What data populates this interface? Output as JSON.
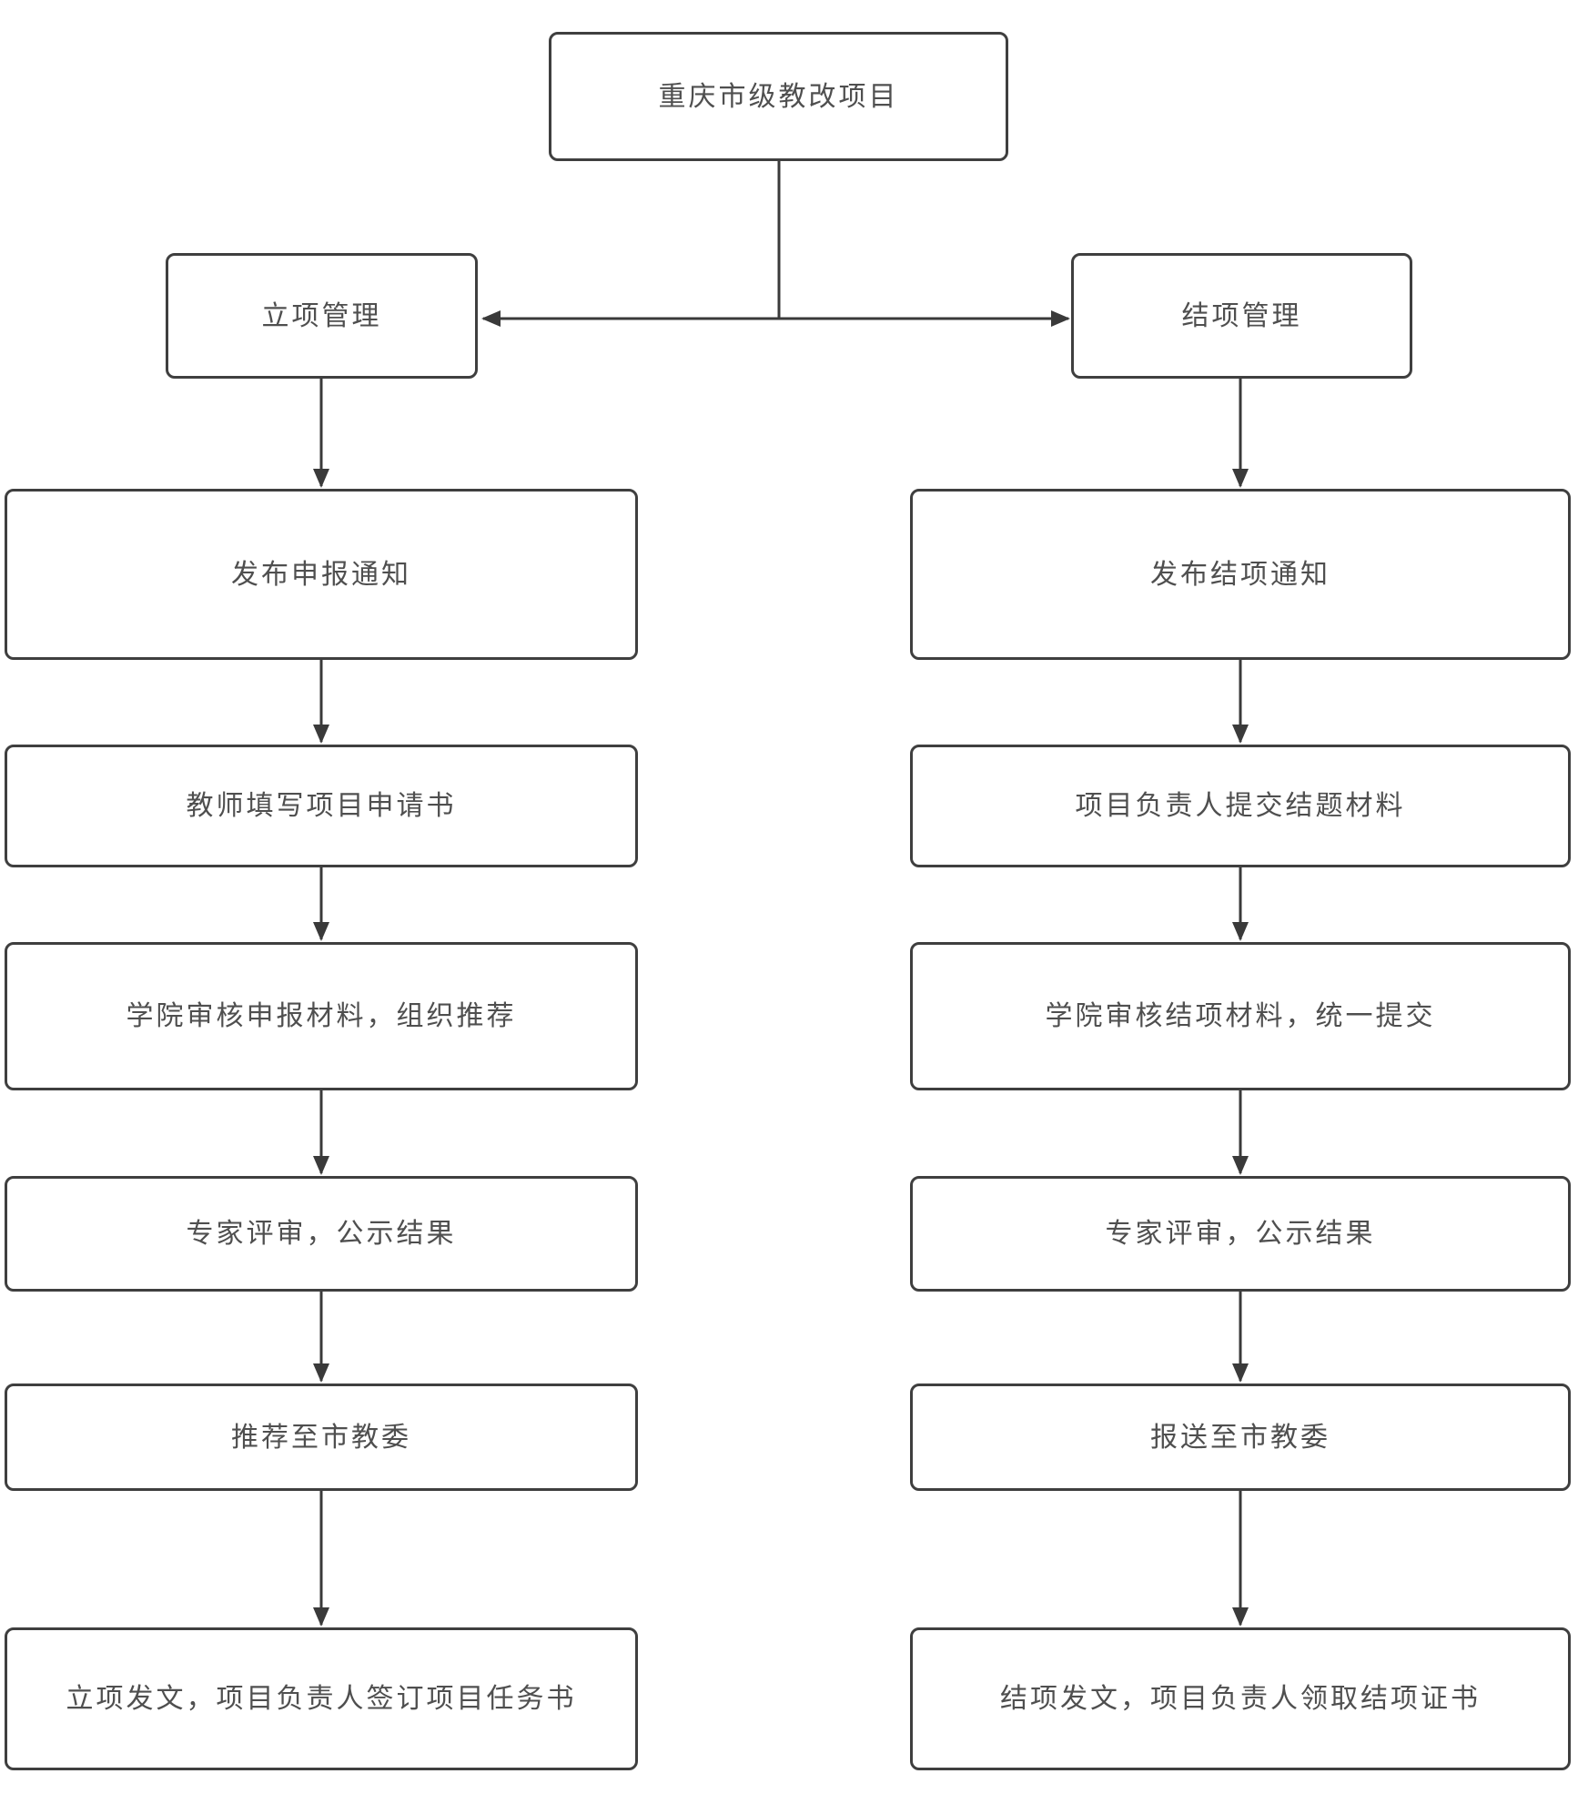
{
  "diagram": {
    "root": {
      "label": "重庆市级教改项目"
    },
    "branches": [
      {
        "label": "立项管理",
        "steps": [
          "发布申报通知",
          "教师填写项目申请书",
          "学院审核申报材料，组织推荐",
          "专家评审，公示结果",
          "推荐至市教委",
          "立项发文，项目负责人签订项目任务书"
        ]
      },
      {
        "label": "结项管理",
        "steps": [
          "发布结项通知",
          "项目负责人提交结题材料",
          "学院审核结项材料，统一提交",
          "专家评审，公示结果",
          "报送至市教委",
          "结项发文，项目负责人领取结项证书"
        ]
      }
    ],
    "colors": {
      "line": "#3a3a3a",
      "border": "#3f3f3f",
      "text": "#4f4f4f",
      "background": "#ffffff"
    }
  }
}
